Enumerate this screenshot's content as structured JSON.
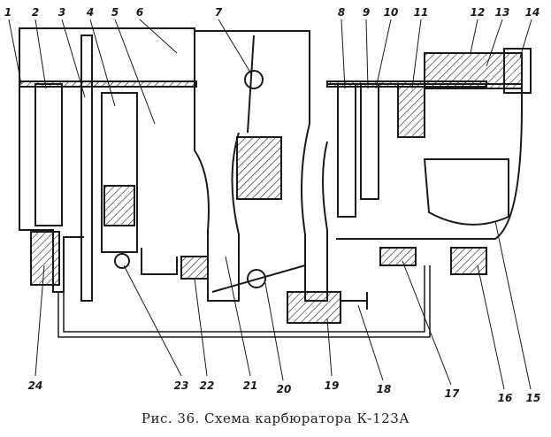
{
  "caption": "Рис. 36. Схема карбюратора К-123А",
  "labels": [
    "1",
    "2",
    "3",
    "4",
    "5",
    "6",
    "7",
    "8",
    "9",
    "10",
    "11",
    "12",
    "13",
    "14",
    "15",
    "16",
    "17",
    "18",
    "19",
    "20",
    "21",
    "22",
    "23",
    "24"
  ],
  "colors": {
    "ink": "#1a1a1a",
    "paper": "#ffffff"
  }
}
